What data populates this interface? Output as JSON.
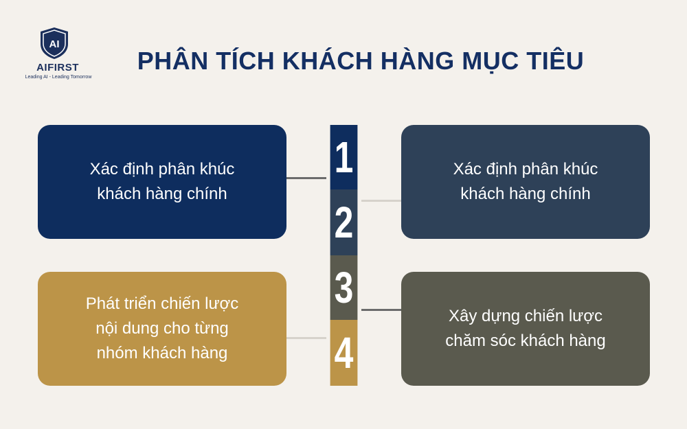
{
  "logo": {
    "mark": "AI",
    "wordmark": "AIFIRST",
    "tagline": "Leading AI - Leading Tomorrow",
    "icon": "shield-icon"
  },
  "title": "PHÂN TÍCH KHÁCH HÀNG MỤC TIÊU",
  "steps": [
    {
      "number": "1",
      "text": "Xác định phân khúc\nkhách hàng chính",
      "color": "#0e2d5e"
    },
    {
      "number": "2",
      "text": "Xác định phân khúc\nkhách hàng chính",
      "color": "#2e4158"
    },
    {
      "number": "3",
      "text": "Xây dựng chiến lược\nchăm sóc khách hàng",
      "color": "#5a5a4e"
    },
    {
      "number": "4",
      "text": "Phát triển chiến lược\nnội dung cho từng\nnhóm khách hàng",
      "color": "#bc9448"
    }
  ],
  "colors": {
    "background": "#f4f1ec",
    "title": "#142f63"
  }
}
